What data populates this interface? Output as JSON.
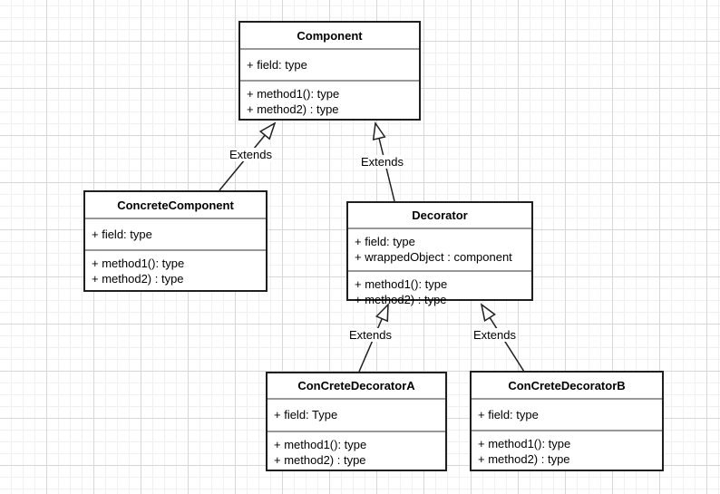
{
  "canvas": {
    "background_color": "#ffffff",
    "grid_minor_color": "#f0f0f0",
    "grid_major_color": "#d7d7d7"
  },
  "colors": {
    "node_border": "#1f1f1f",
    "node_fill": "#ffffff",
    "separator_line": "#989898",
    "edge_line": "#1f1f1f",
    "text": "#000000"
  },
  "icons": {
    "inheritance-arrowhead": "hollow-triangle"
  },
  "diagram": {
    "kind": "uml-class-diagram",
    "pattern": "Decorator",
    "classes": [
      {
        "name": "Component",
        "fields": [
          "+ field: type"
        ],
        "methods": [
          "+ method1(): type",
          "+ method2) : type"
        ]
      },
      {
        "name": "ConcreteComponent",
        "fields": [
          "+ field: type"
        ],
        "methods": [
          "+ method1(): type",
          "+ method2) : type"
        ]
      },
      {
        "name": "Decorator",
        "fields": [
          "+ field: type",
          "+ wrappedObject : component"
        ],
        "methods": [
          "+ method1(): type",
          "+ method2) : type"
        ]
      },
      {
        "name": "ConCreteDecoratorA",
        "fields": [
          "+ field: Type"
        ],
        "methods": [
          "+ method1(): type",
          "+ method2) : type"
        ]
      },
      {
        "name": "ConCreteDecoratorB",
        "fields": [
          "+ field: type"
        ],
        "methods": [
          "+ method1(): type",
          "+ method2) : type"
        ]
      }
    ],
    "edges": [
      {
        "label": "Extends",
        "from": "ConcreteComponent",
        "to": "Component"
      },
      {
        "label": "Extends",
        "from": "Decorator",
        "to": "Component"
      },
      {
        "label": "Extends",
        "from": "ConCreteDecoratorA",
        "to": "Decorator"
      },
      {
        "label": "Extends",
        "from": "ConCreteDecoratorB",
        "to": "Decorator"
      }
    ]
  }
}
